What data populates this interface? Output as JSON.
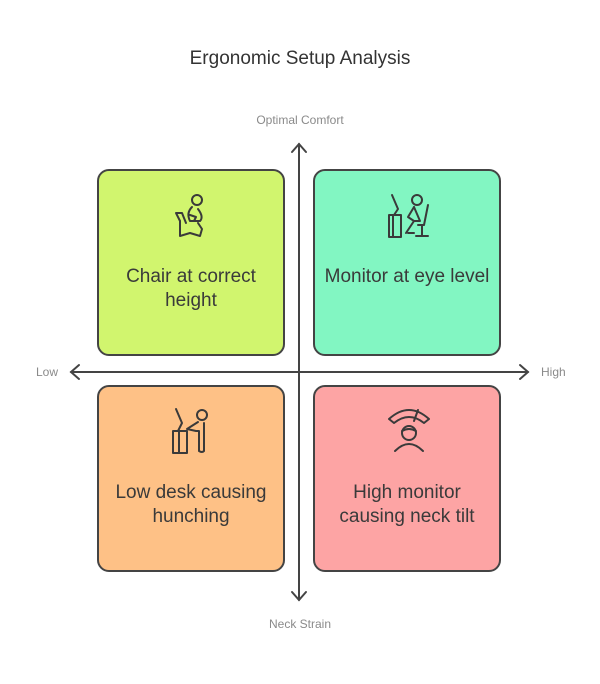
{
  "title": "Ergonomic Setup Analysis",
  "axes": {
    "top": "Optimal Comfort",
    "bottom": "Neck Strain",
    "left": "Low",
    "right": "High"
  },
  "quadrants": [
    {
      "label": "Chair at correct height",
      "icon": "person-sitting-chair-icon",
      "color": "#d1f56e"
    },
    {
      "label": "Monitor at eye level",
      "icon": "person-at-desk-monitor-icon",
      "color": "#82f6c2"
    },
    {
      "label": "Low desk causing hunching",
      "icon": "person-hunching-desk-icon",
      "color": "#fec186"
    },
    {
      "label": "High monitor causing neck tilt",
      "icon": "neck-tilt-gauge-icon",
      "color": "#fda4a4"
    }
  ]
}
